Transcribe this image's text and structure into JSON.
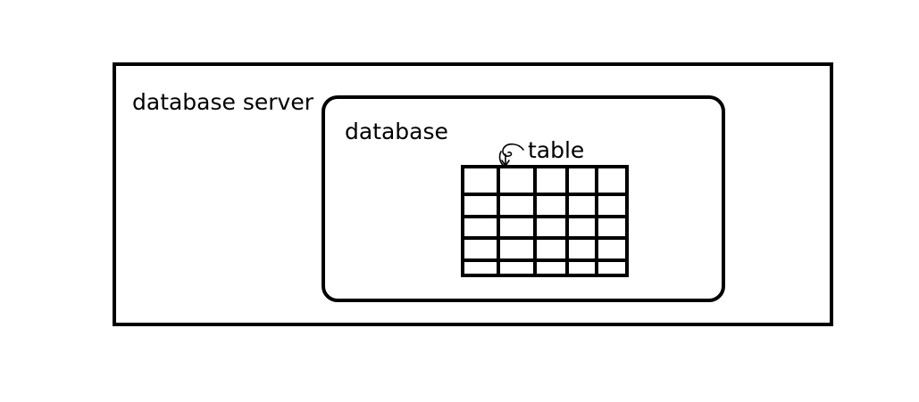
{
  "diagram": {
    "server_label": "database server",
    "database_label": "database",
    "table_label": "table"
  }
}
